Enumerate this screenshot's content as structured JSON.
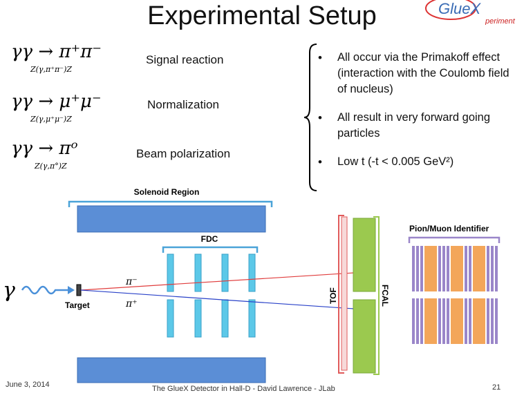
{
  "slide": {
    "title": "Experimental Setup",
    "logo_text": "GlueX",
    "logo_sub": "periment"
  },
  "reactions": [
    {
      "equation": "γγ → π⁺π⁻",
      "subscript": "Z(γ,π⁺π⁻)Z",
      "label": "Signal reaction"
    },
    {
      "equation": "γγ → μ⁺μ⁻",
      "subscript": "Z(γ,μ⁺μ⁻)Z",
      "label": "Normalization"
    },
    {
      "equation": "γγ → πᵒ",
      "subscript": "Z(γ,π°)Z",
      "label": "Beam polarization"
    }
  ],
  "bullets": [
    "All occur via the Primakoff effect (interaction with the Coulomb field of nucleus)",
    "All result in very forward going particles",
    "Low t (-t < 0.005 GeV²)"
  ],
  "diagram": {
    "solenoid_label": "Solenoid Region",
    "fdc_label": "FDC",
    "identifier_label": "Pion/Muon Identifier",
    "gamma_label": "γ",
    "target_label": "Target",
    "pi_minus_label": "π⁻",
    "pi_plus_label": "π⁺",
    "tof_label": "TOF",
    "fcal_label": "FCAL"
  },
  "footer": {
    "date": "June 3, 2014",
    "center": "The GlueX Detector in Hall-D  -  David Lawrence  -  JLab",
    "page": "21"
  },
  "colors": {
    "detector_blue": "#5b8ed6",
    "detector_border": "#3a6cb5",
    "fdc_cyan": "#5cc8e8",
    "bracket_blue": "#4aa3d8",
    "fcal_green": "#9bc94f",
    "tof_red": "#e05a5a",
    "identifier_purple": "#9a86c9",
    "identifier_orange": "#f3a65a",
    "track_red": "#e03c3c",
    "track_blue": "#2840c8"
  }
}
